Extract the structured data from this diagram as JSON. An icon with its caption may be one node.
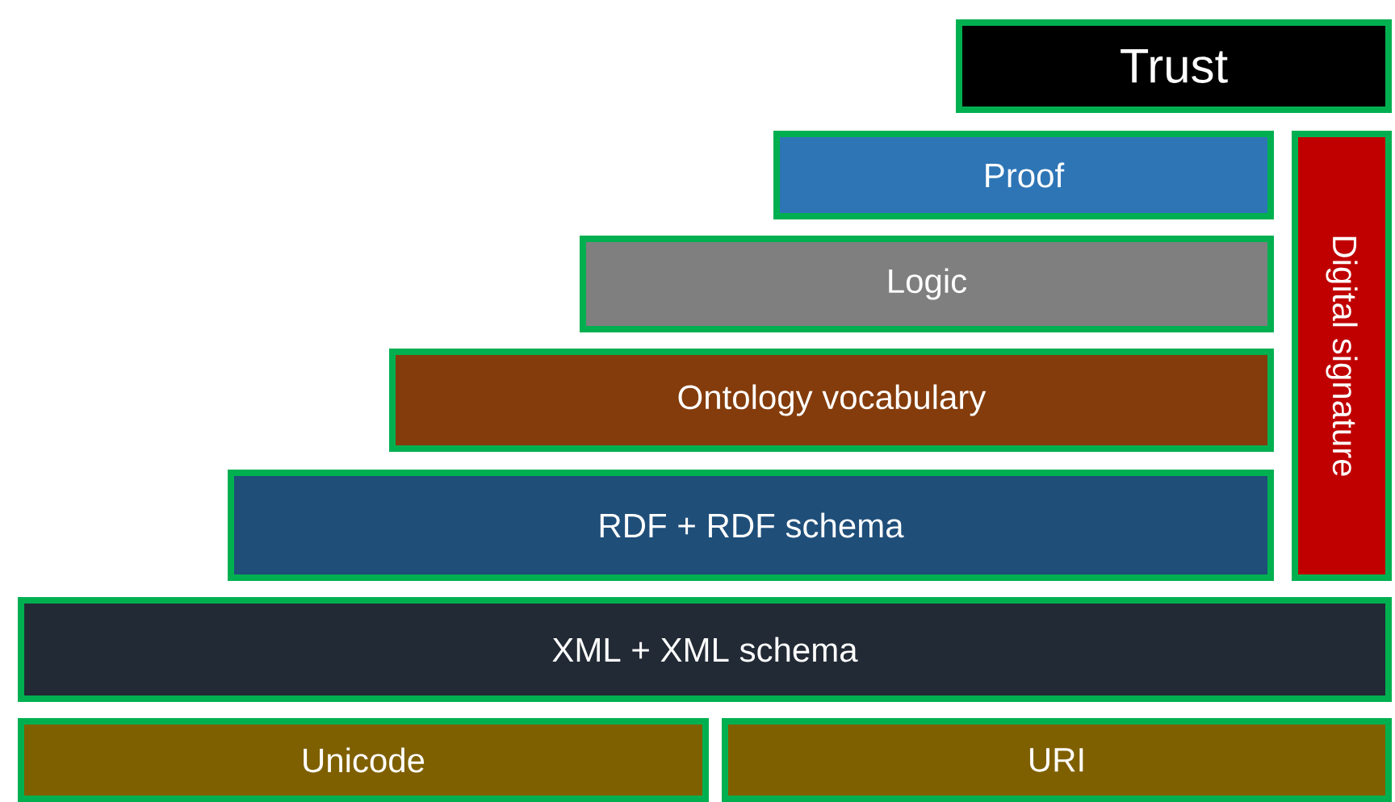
{
  "diagram": {
    "nodes": [
      {
        "text": [
          "Trust"
        ]
      },
      {
        "text": [
          "Proof"
        ]
      },
      {
        "text": [
          "Digital signature"
        ]
      },
      {
        "text": [
          "Logic"
        ]
      },
      {
        "text": [
          "Ontology vocabulary"
        ]
      },
      {
        "text": [
          "RDF + RDF schema"
        ]
      },
      {
        "text": [
          "XML + XML schema"
        ]
      },
      {
        "text": [
          "Unicode"
        ]
      },
      {
        "text": [
          "URI"
        ]
      }
    ]
  }
}
